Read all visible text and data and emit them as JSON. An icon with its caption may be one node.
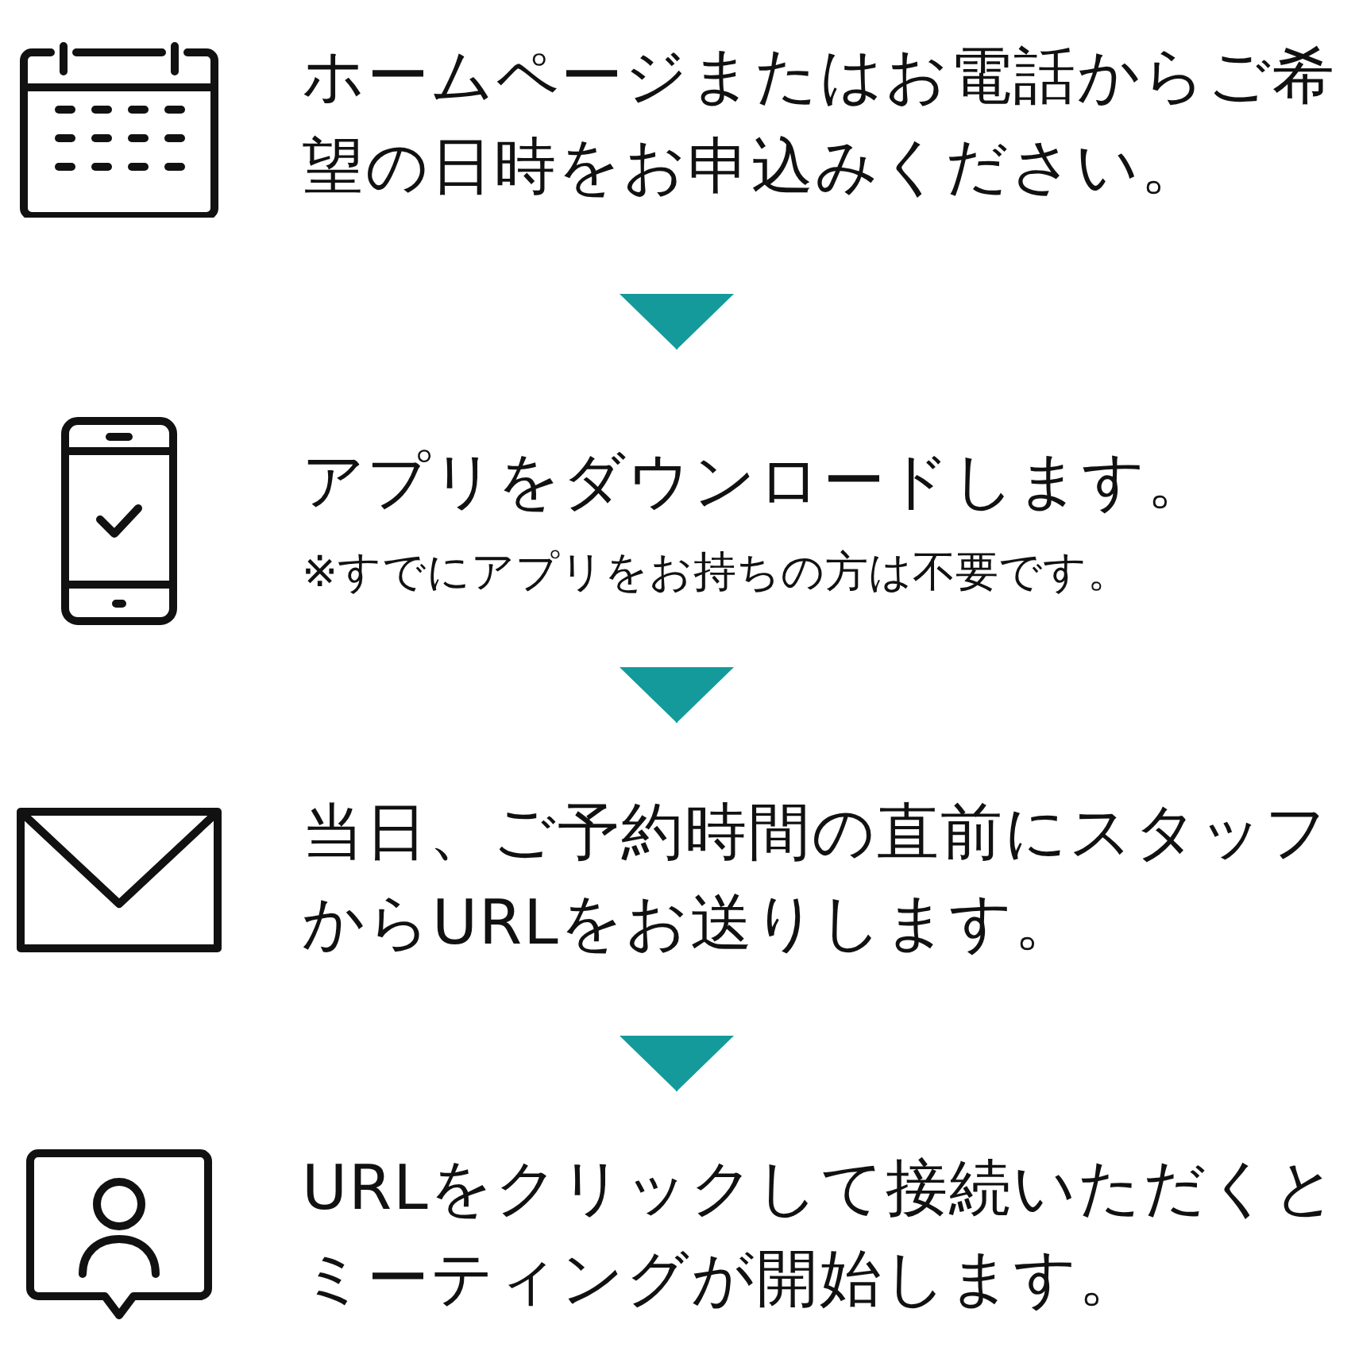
{
  "diagram": {
    "nodes": [
      {
        "text": [
          "ホームページまたはお電話からご希望の日時をお申込みください。"
        ]
      },
      {
        "text": [
          "アプリをダウンロードします。",
          "※すでにアプリをお持ちの方は不要です。"
        ]
      },
      {
        "text": [
          "当日、ご予約時間の直前にスタッフからURLをお送りします。"
        ]
      },
      {
        "text": [
          "URLをクリックして接続いただくとミーティングが開始します。"
        ]
      }
    ],
    "edges": [
      {
        "from": 0,
        "to": 1,
        "arrow": "to"
      },
      {
        "from": 1,
        "to": 2,
        "arrow": "to"
      },
      {
        "from": 2,
        "to": 3,
        "arrow": "to"
      }
    ]
  }
}
